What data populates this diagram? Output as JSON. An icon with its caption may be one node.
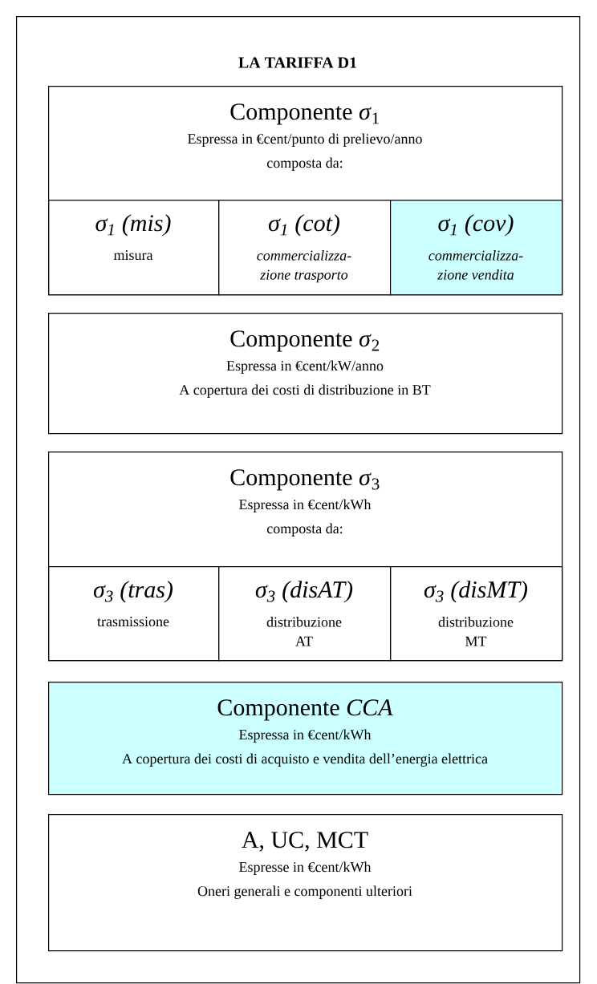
{
  "diagram": {
    "title": "LA TARIFFA D1",
    "nodes": [
      {
        "text": [],
        "shape": "box"
      },
      {
        "text": [
          "Componente *σ*$_{1}$",
          "Espressa in €cent/punto di prelievo/anno",
          "composta da:"
        ],
        "in": 0
      },
      {
        "text": [
          "σ$_{1}$ (mis)",
          "misura"
        ],
        "in": 1
      },
      {
        "text": [
          "σ$_{1}$ (cot)",
          "commercializza- zione trasporto"
        ],
        "in": 1
      },
      {
        "text": [
          "σ$_{1}$ (cov)",
          "commercializza- zione vendita"
        ],
        "in": 1
      },
      {
        "text": [
          "Componente *σ*$_{2}$",
          "Espressa in €cent/kW/anno",
          "A copertura dei costi di distribuzione in BT"
        ],
        "in": 0
      },
      {
        "text": [
          "Componente *σ*$_{3}$",
          "Espressa in €cent/kWh",
          "composta da:"
        ],
        "in": 0
      },
      {
        "text": [
          "σ$_{3}$ (tras)",
          "trasmissione"
        ],
        "in": 6
      },
      {
        "text": [
          "σ$_{3}$ (disAT)",
          "distribuzione AT"
        ],
        "in": 6
      },
      {
        "text": [
          "σ$_{3}$ (disMT)",
          "distribuzione MT"
        ],
        "in": 6
      },
      {
        "text": [
          "Componente *CCA*",
          "Espressa in €cent/kWh",
          "A copertura dei costi di acquisto e vendita dell’energia elettrica"
        ],
        "in": 0
      },
      {
        "text": [
          "A, UC, MCT",
          "Espresse in €cent/kWh",
          "Oneri generali e componenti ulteriori"
        ],
        "in": 0
      }
    ]
  }
}
